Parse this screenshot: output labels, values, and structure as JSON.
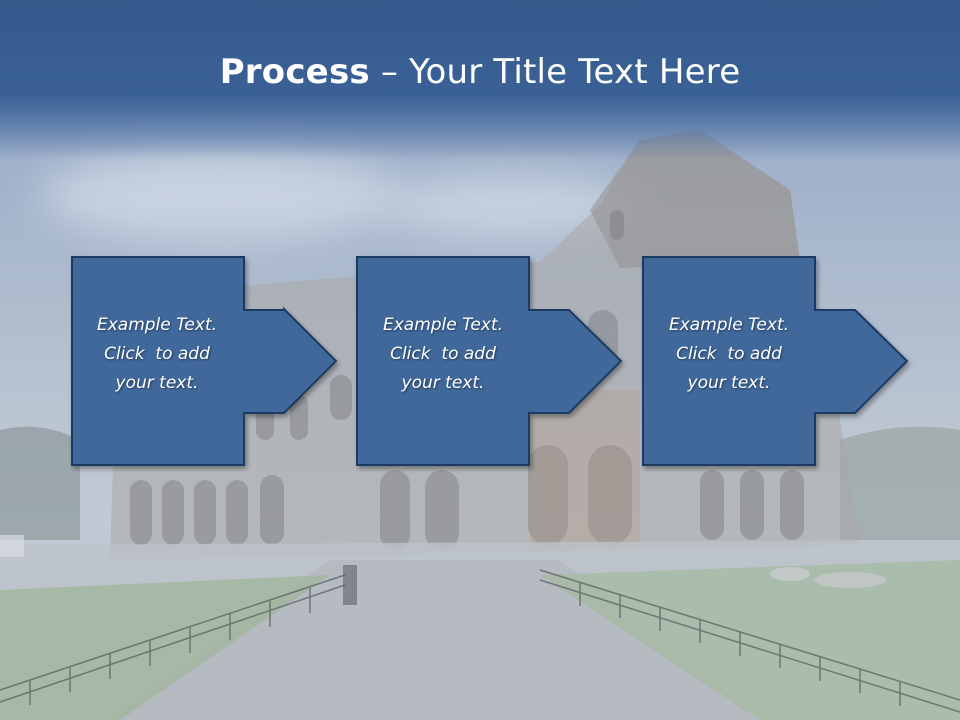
{
  "title": {
    "bold": "Process",
    "rest": " – Your Title Text Here"
  },
  "steps": [
    {
      "lines": [
        "Example Text.",
        "Click  to add",
        "your text."
      ]
    },
    {
      "lines": [
        "Example Text.",
        "Click  to add",
        "your text."
      ]
    },
    {
      "lines": [
        "Example Text.",
        "Click  to add",
        "your text."
      ]
    }
  ],
  "colors": {
    "header": "#3a6196",
    "arrow_fill": "#41679b",
    "arrow_border": "#1f3a63"
  }
}
